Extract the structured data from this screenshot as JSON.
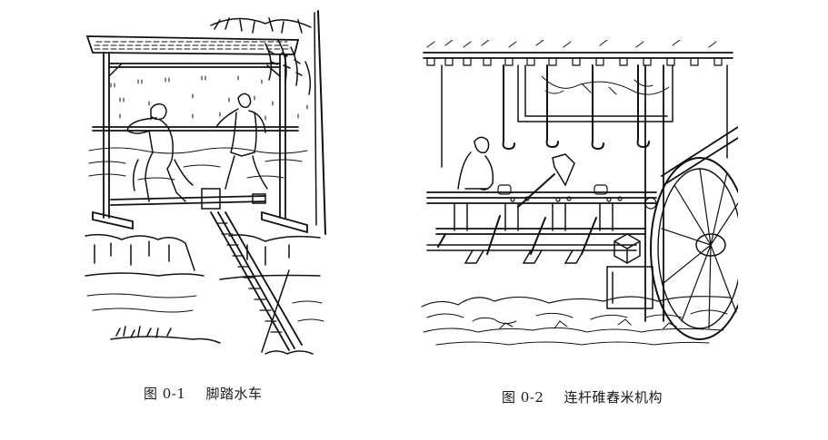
{
  "figures": [
    {
      "id": "fig-0-1",
      "number": "图 0-1",
      "title": "脚踏水车",
      "illustration": "treadle-water-wheel-woodcut"
    },
    {
      "id": "fig-0-2",
      "number": "图 0-2",
      "title": "连杆碓舂米机构",
      "illustration": "linked-pestle-rice-hulling-mechanism-woodcut"
    }
  ]
}
